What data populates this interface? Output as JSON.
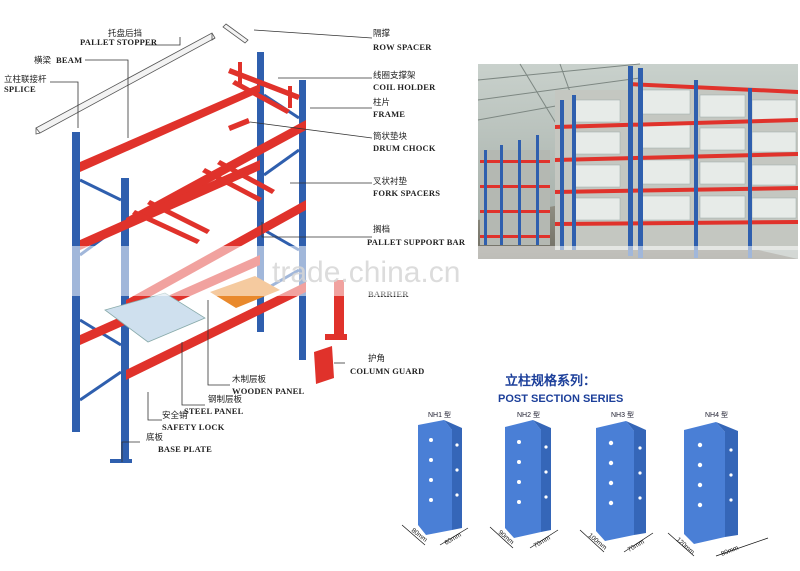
{
  "labels": [
    {
      "id": "pallet-stopper",
      "cn": "托盘后挡",
      "en": "PALLET STOPPER"
    },
    {
      "id": "beam",
      "cn": "横梁",
      "en": "BEAM"
    },
    {
      "id": "splice",
      "cn": "立柱联接杆",
      "en": "SPLICE"
    },
    {
      "id": "row-spacer",
      "cn": "隔撑",
      "en": "ROW SPACER"
    },
    {
      "id": "coil-holder",
      "cn": "线圈支撑架",
      "en": "COIL HOLDER"
    },
    {
      "id": "frame",
      "cn": "柱片",
      "en": "FRAME"
    },
    {
      "id": "drum-chock",
      "cn": "筒状垫块",
      "en": "DRUM CHOCK"
    },
    {
      "id": "fork-spacers",
      "cn": "叉状衬垫",
      "en": "FORK SPACERS"
    },
    {
      "id": "pallet-support-bar",
      "cn": "搁档",
      "en": "PALLET SUPPORT BAR"
    },
    {
      "id": "barrier",
      "cn": "",
      "en": "BARRIER"
    },
    {
      "id": "column-guard",
      "cn": "护角",
      "en": "COLUMN GUARD"
    },
    {
      "id": "wooden-panel",
      "cn": "木制层板",
      "en": "WOODEN PANEL"
    },
    {
      "id": "steel-panel",
      "cn": "钢制层板",
      "en": "STEEL PANEL"
    },
    {
      "id": "safety-lock",
      "cn": "安全销",
      "en": "SAFETY LOCK"
    },
    {
      "id": "base-plate",
      "cn": "底板",
      "en": "BASE PLATE"
    }
  ],
  "series": {
    "title_cn": "立柱规格系列：",
    "title_en": "POST SECTION SERIES",
    "posts": [
      {
        "name": "NH1 型",
        "w": "80mm",
        "d": "60mm"
      },
      {
        "name": "NH2 型",
        "w": "90mm",
        "d": "70mm"
      },
      {
        "name": "NH3 型",
        "w": "100mm",
        "d": "70mm"
      },
      {
        "name": "NH4 型",
        "w": "120mm",
        "d": "80mm"
      }
    ]
  },
  "watermark": "trade.china.cn",
  "colors": {
    "frame_blue": "#2f5fae",
    "beam_red": "#e0322b",
    "post_blue": "#4a7fd6"
  }
}
